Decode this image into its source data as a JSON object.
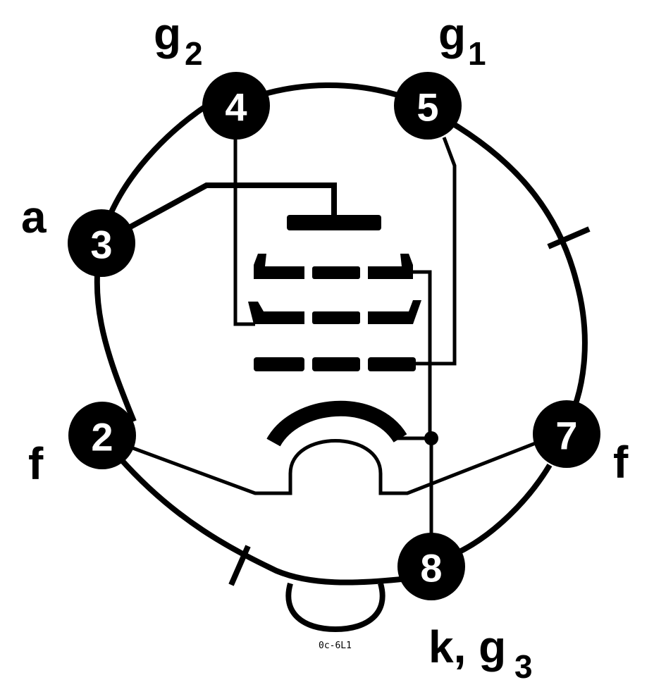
{
  "pins": [
    {
      "number": "2",
      "label": "f"
    },
    {
      "number": "3",
      "label": "a"
    },
    {
      "number": "4",
      "label": "g",
      "label_sub": "2"
    },
    {
      "number": "5",
      "label": "g",
      "label_sub": "1"
    },
    {
      "number": "7",
      "label": "f"
    },
    {
      "number": "8",
      "label": "k, g",
      "label_sub": "3"
    }
  ],
  "code": "0c-6L1",
  "colors": {
    "ink": "#000000",
    "paper": "#ffffff"
  }
}
